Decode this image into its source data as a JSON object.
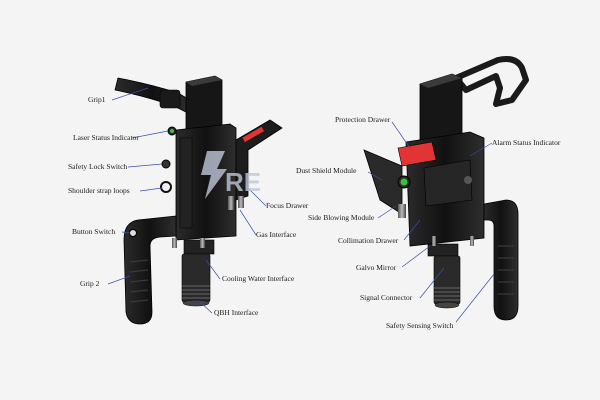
{
  "colors": {
    "background": "#f4f4f4",
    "body": "#1b1b1b",
    "body_highlight": "#3a3a3a",
    "accent_red": "#e23434",
    "accent_green": "#3cc13c",
    "leader_line": "#3a4fa8",
    "logo": "#bfc7d8"
  },
  "logo": {
    "text": "RE",
    "icon": "lightning-bolt-icon"
  },
  "left_labels": [
    {
      "id": "grip1",
      "text": "Grip1"
    },
    {
      "id": "laser-status-indicator",
      "text": "Laser Status Indicator"
    },
    {
      "id": "safety-lock-switch",
      "text": "Safety Lock Switch"
    },
    {
      "id": "shoulder-strap-loops",
      "text": "Shoulder strap loops"
    },
    {
      "id": "button-switch",
      "text": "Button Switch"
    },
    {
      "id": "grip-2",
      "text": "Grip 2"
    },
    {
      "id": "focus-drawer",
      "text": "Focus Drawer"
    },
    {
      "id": "gas-interface",
      "text": "Gas Interface"
    },
    {
      "id": "cooling-water-interface",
      "text": "Cooling Water Interface"
    },
    {
      "id": "qbh-interface",
      "text": "QBH Interface"
    }
  ],
  "right_labels": [
    {
      "id": "protection-drawer",
      "text": "Protection Drawer"
    },
    {
      "id": "alarm-status-indicator",
      "text": "Alarm Status Indicator"
    },
    {
      "id": "dust-shield-module",
      "text": "Dust Shield Module"
    },
    {
      "id": "side-blowing-module",
      "text": "Side Blowing Module"
    },
    {
      "id": "collimation-drawer",
      "text": "Collimation Drawer"
    },
    {
      "id": "galvo-mirror",
      "text": "Galvo Mirror"
    },
    {
      "id": "signal-connector",
      "text": "Signal Connector"
    },
    {
      "id": "safety-sensing-switch",
      "text": "Safety Sensing Switch"
    }
  ]
}
